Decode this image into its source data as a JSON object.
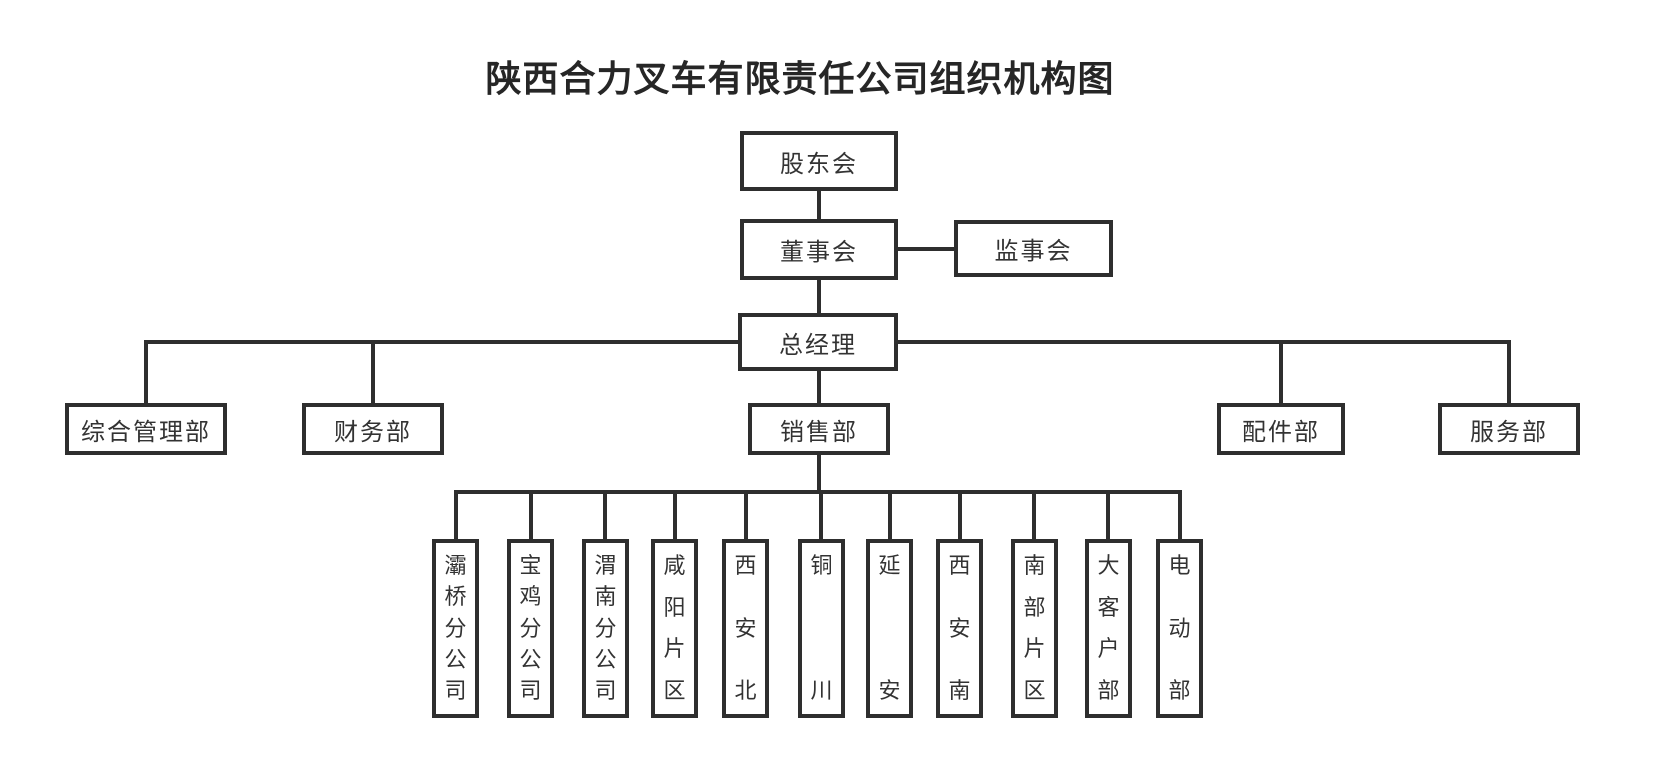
{
  "title": "陕西合力叉车有限责任公司组织机构图",
  "nodes": {
    "shareholders": "股东会",
    "board": "董事会",
    "supervisory": "监事会",
    "general_manager": "总经理"
  },
  "departments": [
    {
      "id": "admin",
      "label": "综合管理部"
    },
    {
      "id": "finance",
      "label": "财务部"
    },
    {
      "id": "sales",
      "label": "销售部"
    },
    {
      "id": "parts",
      "label": "配件部"
    },
    {
      "id": "service",
      "label": "服务部"
    }
  ],
  "sales_units": [
    {
      "label": "灞桥分公司"
    },
    {
      "label": "宝鸡分公司"
    },
    {
      "label": "渭南分公司"
    },
    {
      "label": "咸阳片区"
    },
    {
      "label": "西安北"
    },
    {
      "label": "铜川"
    },
    {
      "label": "延安"
    },
    {
      "label": "西安南"
    },
    {
      "label": "南部片区"
    },
    {
      "label": "大客户部"
    },
    {
      "label": "电动部"
    }
  ],
  "colors": {
    "line": "#2e2e2e",
    "text": "#333333",
    "background": "#ffffff"
  }
}
